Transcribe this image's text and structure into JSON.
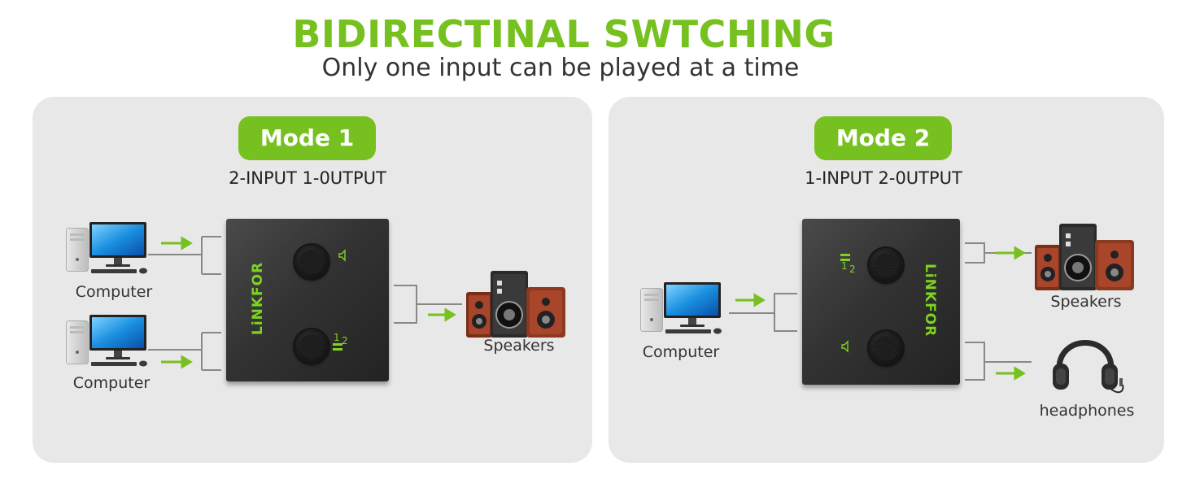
{
  "header": {
    "title": "BIDIRECTINAL SWTCHING",
    "subtitle": "Only one input can be played at a time"
  },
  "colors": {
    "accent": "#76c11f",
    "panel_bg": "#e8e8e8",
    "device_body": "#2f2f2f"
  },
  "mode1": {
    "badge": "Mode 1",
    "description": "2-INPUT 1-0UTPUT",
    "brand": "LiNKFOR",
    "inputs": [
      "Computer",
      "Computer"
    ],
    "output": "Speakers"
  },
  "mode2": {
    "badge": "Mode 2",
    "description": "1-INPUT 2-0UTPUT",
    "brand": "LiNKFOR",
    "input": "Computer",
    "outputs": [
      "Speakers",
      "headphones"
    ]
  },
  "indicators": {
    "port_one": "1",
    "port_two": "2"
  },
  "icons": [
    "computer-icon",
    "speakers-icon",
    "headphones-icon",
    "arrow-right-icon",
    "speaker-output-icon",
    "ports-icon"
  ]
}
